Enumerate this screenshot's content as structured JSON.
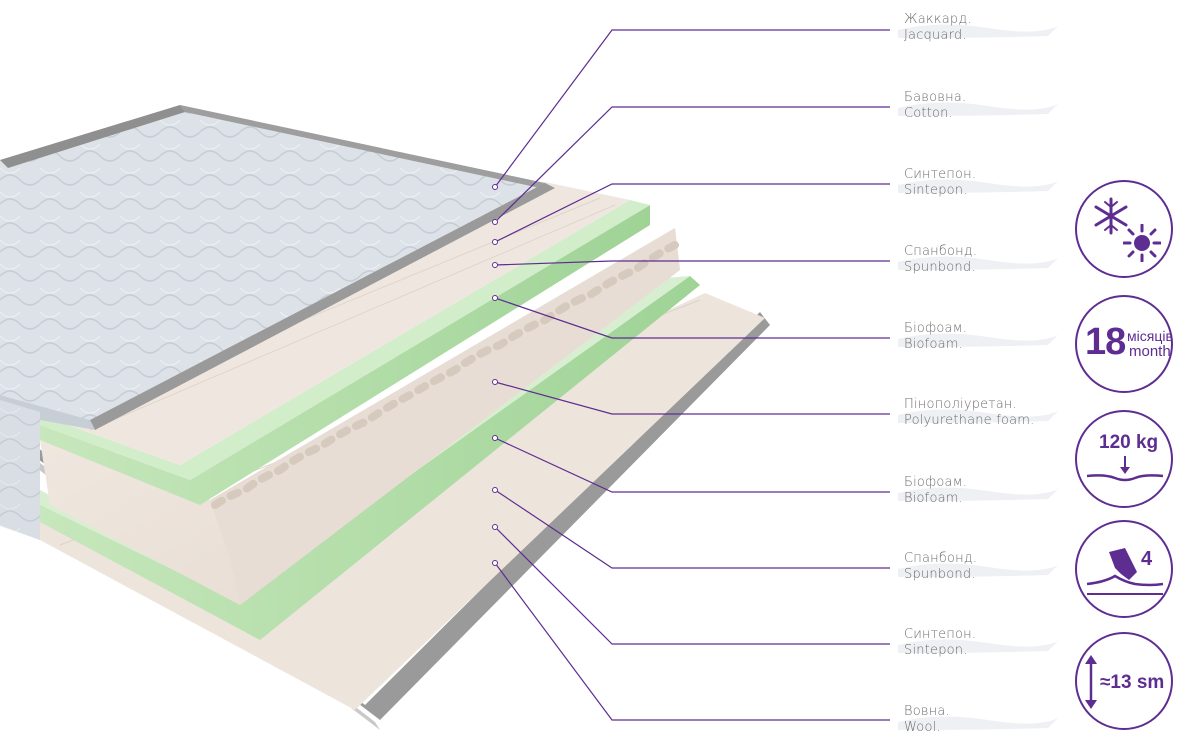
{
  "layers": [
    {
      "ua": "Жаккард.",
      "en": "Jacquard."
    },
    {
      "ua": "Бавовна.",
      "en": "Cotton."
    },
    {
      "ua": "Синтепон.",
      "en": "Sintepon."
    },
    {
      "ua": "Спанбонд.",
      "en": "Spunbond."
    },
    {
      "ua": "Біофоам.",
      "en": "Biofoam."
    },
    {
      "ua": "Пінополіуретан.",
      "en": "Polyurethane foam."
    },
    {
      "ua": "Біофоам.",
      "en": "Biofoam."
    },
    {
      "ua": "Спанбонд.",
      "en": "Spunbond."
    },
    {
      "ua": "Синтепон.",
      "en": "Sintepon."
    },
    {
      "ua": "Вовна.",
      "en": "Wool."
    }
  ],
  "badges": {
    "season": {
      "icons": [
        "snowflake-icon",
        "sun-icon"
      ]
    },
    "warranty": {
      "number": "18",
      "unit_ua": "місяців",
      "unit_en": "month"
    },
    "load": {
      "value": "120 kg"
    },
    "firmness": {
      "value": "4"
    },
    "height": {
      "value": "≈13 sm"
    }
  },
  "colors": {
    "accent": "#5e2d91",
    "green_layer": "#cfe9c6",
    "foam": "#efe6df"
  }
}
